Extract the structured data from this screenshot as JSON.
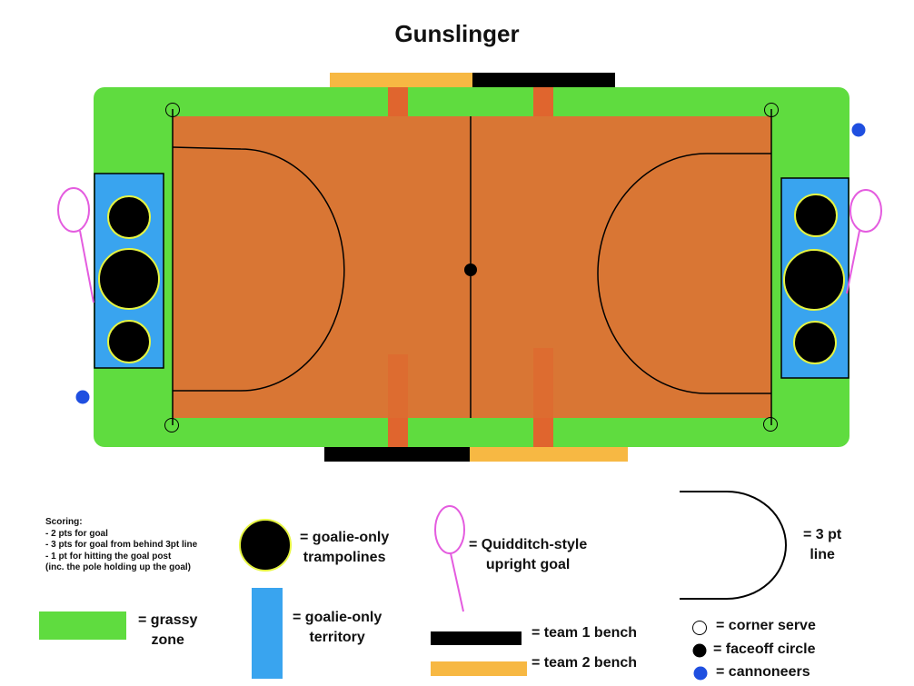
{
  "title": "Gunslinger",
  "colors": {
    "grass": "#5fdc3f",
    "court": "#d97634",
    "stripe": "#e0652e",
    "goalie_territory": "#39a4ef",
    "trampoline": "#000000",
    "trampoline_ring": "#e6f542",
    "goal": "#e45cdf",
    "team1_bench": "#000000",
    "team2_bench": "#f7b843",
    "cannoneer": "#1f4fe0",
    "line": "#000000"
  },
  "scoring": {
    "heading": "Scoring:",
    "lines": [
      "- 2 pts for goal",
      "- 3 pts for goal from behind 3pt line",
      "- 1 pt for hitting the goal post",
      "(inc. the pole holding up the goal)"
    ]
  },
  "legend": {
    "trampolines": [
      "= goalie-only",
      "trampolines"
    ],
    "goal": [
      "= Quidditch-style",
      "upright goal"
    ],
    "three_pt": [
      "= 3 pt",
      "line"
    ],
    "grassy": [
      "= grassy",
      "zone"
    ],
    "territory": [
      "= goalie-only",
      "territory"
    ],
    "team1": "= team 1 bench",
    "team2": "= team 2 bench",
    "corner": "= corner serve",
    "faceoff": "= faceoff circle",
    "cannoneers": "= cannoneers"
  }
}
